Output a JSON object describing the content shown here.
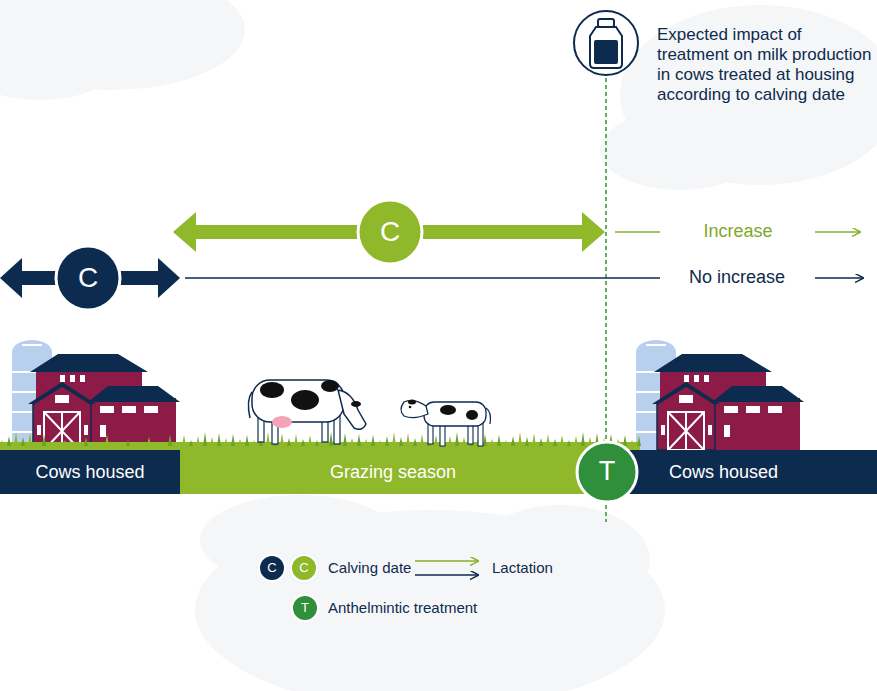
{
  "diagram": {
    "nodes": [
      {
        "text": [
          "C"
        ]
      },
      {
        "text": [
          "C"
        ]
      },
      {
        "text": [
          "Cows housed"
        ]
      },
      {
        "text": [
          "Grazing season"
        ]
      },
      {
        "text": [
          "T"
        ]
      },
      {
        "text": [
          "Cows housed"
        ]
      }
    ],
    "labels": [
      "Expected impact of treatment on milk production in cows treated at housing according to calving date",
      "Increase",
      "No increase",
      "C",
      "C",
      "T"
    ],
    "legend": [
      {
        "text": "Calving date"
      },
      {
        "text": "Lactation"
      },
      {
        "text": "Anthelmintic treatment"
      }
    ]
  }
}
